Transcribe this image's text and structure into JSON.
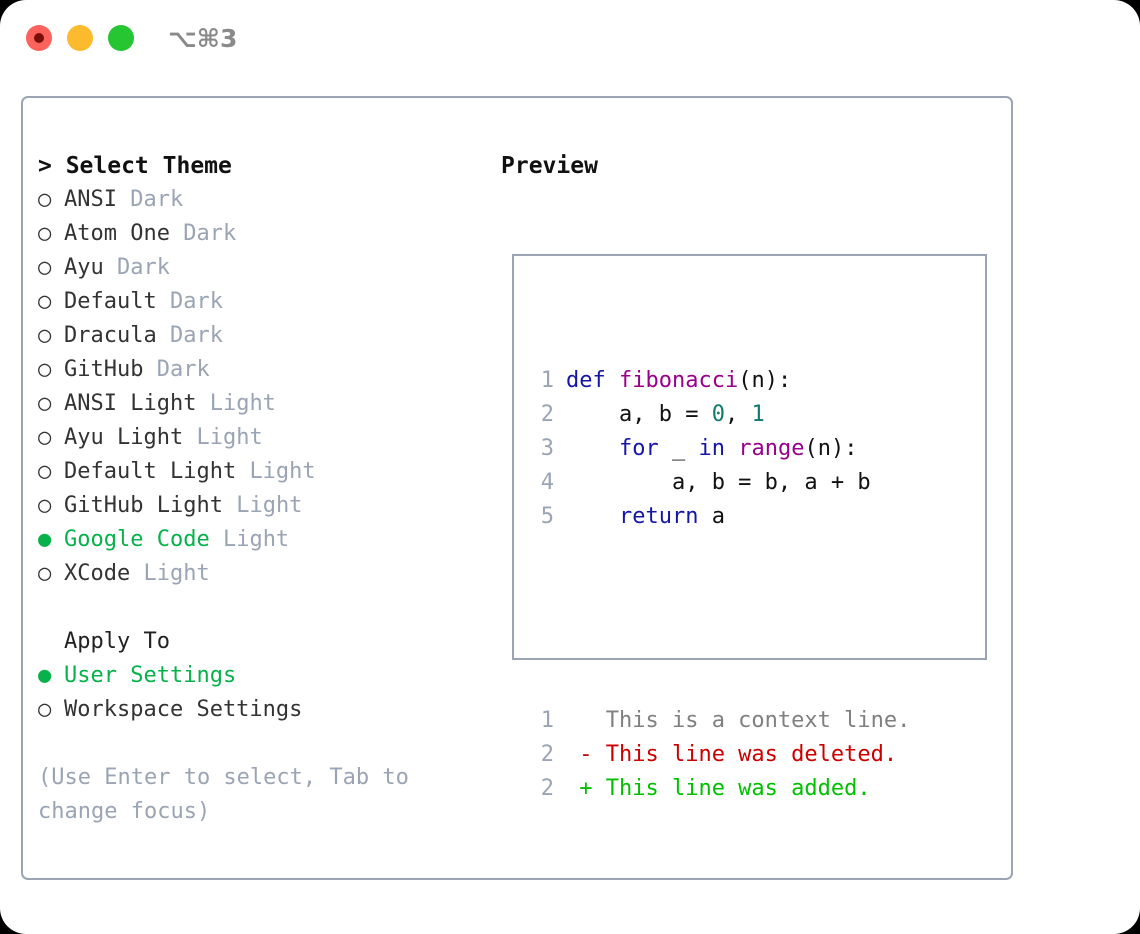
{
  "titlebar": {
    "shortcut": "⌥⌘3",
    "buttons": [
      {
        "name": "close",
        "color": "#fb635c"
      },
      {
        "name": "minimize",
        "color": "#fcbb2e"
      },
      {
        "name": "maximize",
        "color": "#25c632"
      }
    ]
  },
  "theme_section": {
    "header": "> Select Theme",
    "options": [
      {
        "marker": "○",
        "label": "ANSI",
        "tag": "Dark",
        "selected": false
      },
      {
        "marker": "○",
        "label": "Atom One",
        "tag": "Dark",
        "selected": false
      },
      {
        "marker": "○",
        "label": "Ayu",
        "tag": "Dark",
        "selected": false
      },
      {
        "marker": "○",
        "label": "Default",
        "tag": "Dark",
        "selected": false
      },
      {
        "marker": "○",
        "label": "Dracula",
        "tag": "Dark",
        "selected": false
      },
      {
        "marker": "○",
        "label": "GitHub",
        "tag": "Dark",
        "selected": false
      },
      {
        "marker": "○",
        "label": "ANSI Light",
        "tag": "Light",
        "selected": false
      },
      {
        "marker": "○",
        "label": "Ayu Light",
        "tag": "Light",
        "selected": false
      },
      {
        "marker": "○",
        "label": "Default Light",
        "tag": "Light",
        "selected": false
      },
      {
        "marker": "○",
        "label": "GitHub Light",
        "tag": "Light",
        "selected": false
      },
      {
        "marker": "●",
        "label": "Google Code",
        "tag": "Light",
        "selected": true
      },
      {
        "marker": "○",
        "label": "XCode",
        "tag": "Light",
        "selected": false
      }
    ]
  },
  "apply_section": {
    "header": "Apply To",
    "options": [
      {
        "marker": "●",
        "label": "User Settings",
        "selected": true
      },
      {
        "marker": "○",
        "label": "Workspace Settings",
        "selected": false
      }
    ]
  },
  "hint": "(Use Enter to select, Tab to change focus)",
  "preview": {
    "title": "Preview",
    "code_lines": [
      {
        "n": "1",
        "tokens": [
          {
            "t": "def",
            "c": "kw"
          },
          {
            "t": " ",
            "c": "plain"
          },
          {
            "t": "fibonacci",
            "c": "fn"
          },
          {
            "t": "(n):",
            "c": "punc"
          }
        ]
      },
      {
        "n": "2",
        "tokens": [
          {
            "t": "    a, b = ",
            "c": "plain"
          },
          {
            "t": "0",
            "c": "num"
          },
          {
            "t": ", ",
            "c": "plain"
          },
          {
            "t": "1",
            "c": "num"
          }
        ]
      },
      {
        "n": "3",
        "tokens": [
          {
            "t": "    ",
            "c": "plain"
          },
          {
            "t": "for",
            "c": "kw"
          },
          {
            "t": " _ ",
            "c": "plain"
          },
          {
            "t": "in",
            "c": "kw"
          },
          {
            "t": " ",
            "c": "plain"
          },
          {
            "t": "range",
            "c": "fn"
          },
          {
            "t": "(n):",
            "c": "punc"
          }
        ]
      },
      {
        "n": "4",
        "tokens": [
          {
            "t": "        a, b = b, a + b",
            "c": "plain"
          }
        ]
      },
      {
        "n": "5",
        "tokens": [
          {
            "t": "    ",
            "c": "plain"
          },
          {
            "t": "return",
            "c": "kw"
          },
          {
            "t": " a",
            "c": "plain"
          }
        ]
      }
    ],
    "diff_lines": [
      {
        "n": "1",
        "sign": " ",
        "text": "This is a context line.",
        "kind": "d-ctx"
      },
      {
        "n": "2",
        "sign": "-",
        "text": "This line was deleted.",
        "kind": "d-del"
      },
      {
        "n": "2",
        "sign": "+",
        "text": "This line was added.",
        "kind": "d-add"
      }
    ]
  },
  "colors": {
    "accent_green": "#07b24b",
    "muted": "#9aa4b4",
    "border": "#9aa4b2",
    "keyword": "#1515a8",
    "function": "#99008c",
    "number": "#0f7a6e",
    "diff_add": "#00c000",
    "diff_del": "#cc0000",
    "diff_ctx": "#808080"
  }
}
